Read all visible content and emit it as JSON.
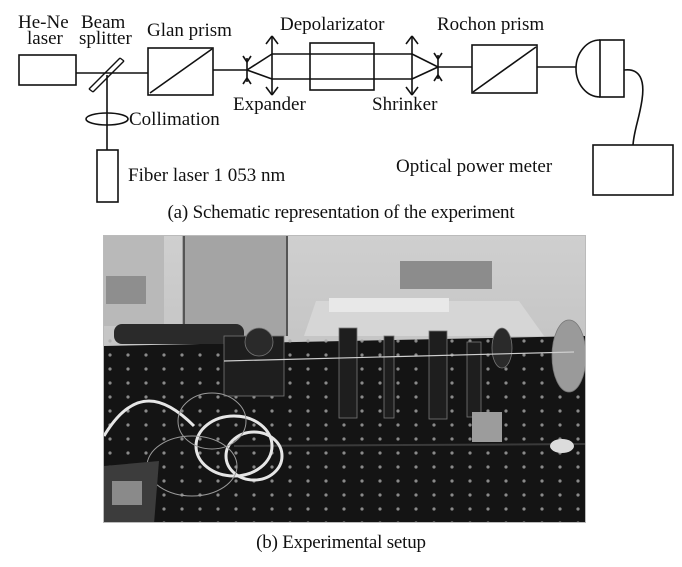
{
  "figure": {
    "schematic": {
      "labels": {
        "he_ne_laser_line1": "He-Ne",
        "he_ne_laser_line2": "laser",
        "beam_splitter_line1": "Beam",
        "beam_splitter_line2": "splitter",
        "glan_prism": "Glan prism",
        "depolarizator": "Depolarizator",
        "rochon_prism": "Rochon prism",
        "expander": "Expander",
        "shrinker": "Shrinker",
        "collimation": "Collimation",
        "fiber_laser": "Fiber laser 1 053 nm",
        "optical_power_meter": "Optical power meter"
      },
      "caption": "(a) Schematic representation of the experiment"
    },
    "photo": {
      "description": "Grayscale photograph of optical table with laser, prisms, lenses and fiber coils",
      "caption": "(b) Experimental setup"
    }
  }
}
